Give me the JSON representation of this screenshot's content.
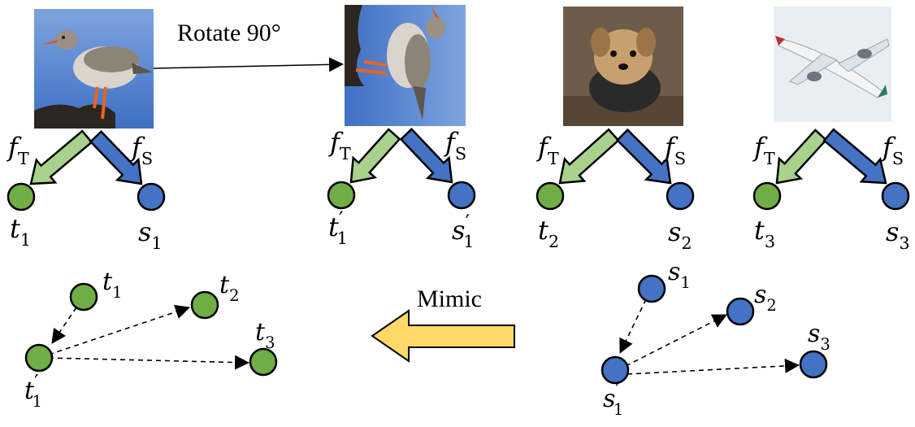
{
  "colors": {
    "teacher_green": "#70AD47",
    "student_blue": "#4472C4",
    "arrow_green": "#A9D18E",
    "arrow_blue": "#4472C4",
    "mimic_yellow": "#FFD966",
    "stroke": "#000000"
  },
  "labels": {
    "rotate": "Rotate 90°",
    "mimic": "Mimic",
    "f_teacher_base": "f",
    "f_teacher_sub": "T",
    "f_student_base": "f",
    "f_student_sub": "S"
  },
  "images": [
    {
      "icon": "bird-photo-icon",
      "teacher": {
        "base": "t",
        "sub": "1",
        "prime": ""
      },
      "student": {
        "base": "s",
        "sub": "1",
        "prime": ""
      }
    },
    {
      "icon": "rotated-bird-photo-icon",
      "teacher": {
        "base": "t",
        "sub": "1",
        "prime": "′"
      },
      "student": {
        "base": "s",
        "sub": "1",
        "prime": "′"
      }
    },
    {
      "icon": "dog-photo-icon",
      "teacher": {
        "base": "t",
        "sub": "2",
        "prime": ""
      },
      "student": {
        "base": "s",
        "sub": "2",
        "prime": ""
      }
    },
    {
      "icon": "airplane-photo-icon",
      "teacher": {
        "base": "t",
        "sub": "3",
        "prime": ""
      },
      "student": {
        "base": "s",
        "sub": "3",
        "prime": ""
      }
    }
  ],
  "teacher_space": [
    {
      "base": "t",
      "sub": "1",
      "prime": ""
    },
    {
      "base": "t",
      "sub": "2",
      "prime": ""
    },
    {
      "base": "t",
      "sub": "3",
      "prime": ""
    },
    {
      "base": "t",
      "sub": "1",
      "prime": "′"
    }
  ],
  "student_space": [
    {
      "base": "s",
      "sub": "1",
      "prime": ""
    },
    {
      "base": "s",
      "sub": "2",
      "prime": ""
    },
    {
      "base": "s",
      "sub": "3",
      "prime": ""
    },
    {
      "base": "s",
      "sub": "1",
      "prime": "′"
    }
  ]
}
